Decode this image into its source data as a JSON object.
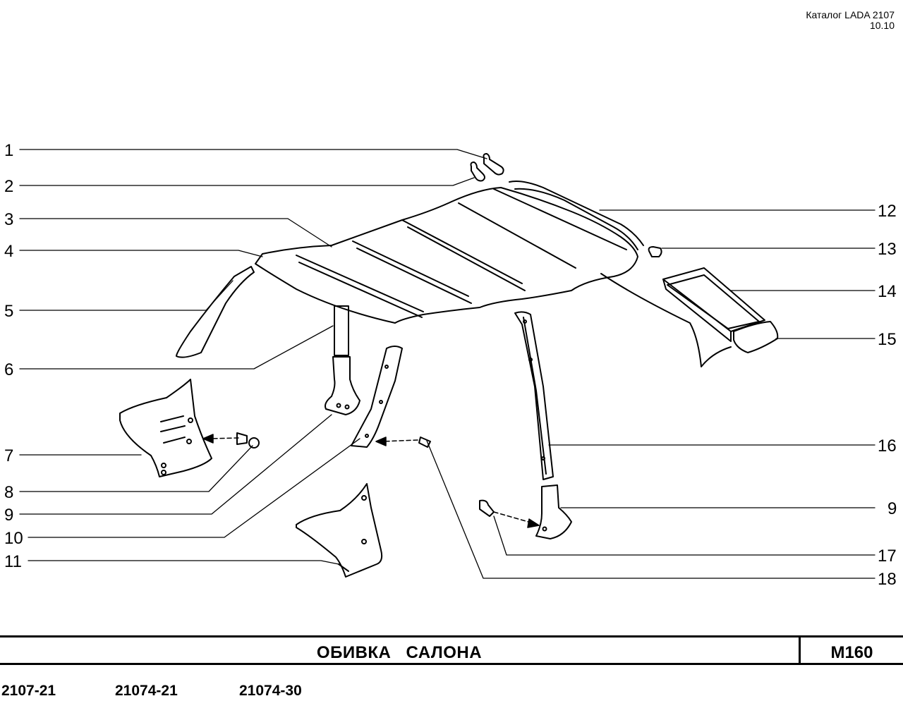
{
  "catalog": {
    "title": "Каталог LADA 2107",
    "page": "10.10"
  },
  "callouts": {
    "c1": "1",
    "c2": "2",
    "c3": "3",
    "c4": "4",
    "c5": "5",
    "c6": "6",
    "c7": "7",
    "c8": "8",
    "c9": "9",
    "c10": "10",
    "c11": "11",
    "c12": "12",
    "c13": "13",
    "c14": "14",
    "c15": "15",
    "c16": "16",
    "c9b": "9",
    "c17": "17",
    "c18": "18"
  },
  "footer": {
    "section_title": "ОБИВКА САЛОНА",
    "section_code": "М160",
    "models": [
      "2107-21",
      "21074-21",
      "21074-30"
    ]
  }
}
